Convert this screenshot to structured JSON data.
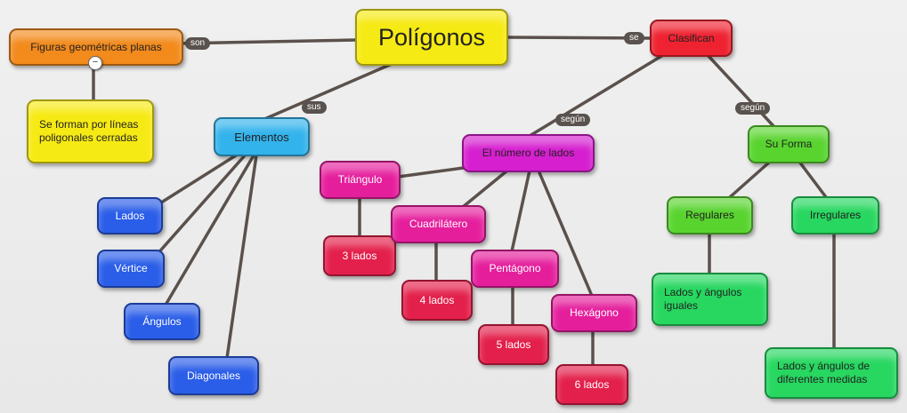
{
  "nodes": {
    "poligonos": "Polígonos",
    "figuras": "Figuras geométricas planas",
    "se_forman": "Se forman por líneas poligonales cerradas",
    "clasifican": "Clasifican",
    "elementos": "Elementos",
    "lados": "Lados",
    "vertice": "Vértice",
    "angulos": "Ángulos",
    "diagonales": "Diagonales",
    "numero_lados": "El número de lados",
    "triangulo": "Triángulo",
    "tres_lados": "3 lados",
    "cuadrilatero": "Cuadrilátero",
    "cuatro_lados": "4 lados",
    "pentagono": "Pentágono",
    "cinco_lados": "5 lados",
    "hexagono": "Hexágono",
    "seis_lados": "6 lados",
    "su_forma": "Su Forma",
    "regulares": "Regulares",
    "irregulares": "Irregulares",
    "lados_iguales": "Lados y ángulos iguales",
    "lados_diferentes": "Lados y ángulos de diferentes medidas"
  },
  "links": {
    "son": "son",
    "se": "se",
    "sus": "sus",
    "segun_1": "según",
    "segun_2": "según"
  },
  "collapse_symbol": "−",
  "colors": {
    "orange": "#f28a1c",
    "yellow": "#f6ea14",
    "blue": "#2a5de8",
    "cyan": "#33b3ec",
    "red": "#ee2230",
    "magenta": "#d61fcf",
    "pink": "#e51f9c",
    "crimson": "#e3204b",
    "green": "#59d42f",
    "light_green": "#27d760"
  }
}
